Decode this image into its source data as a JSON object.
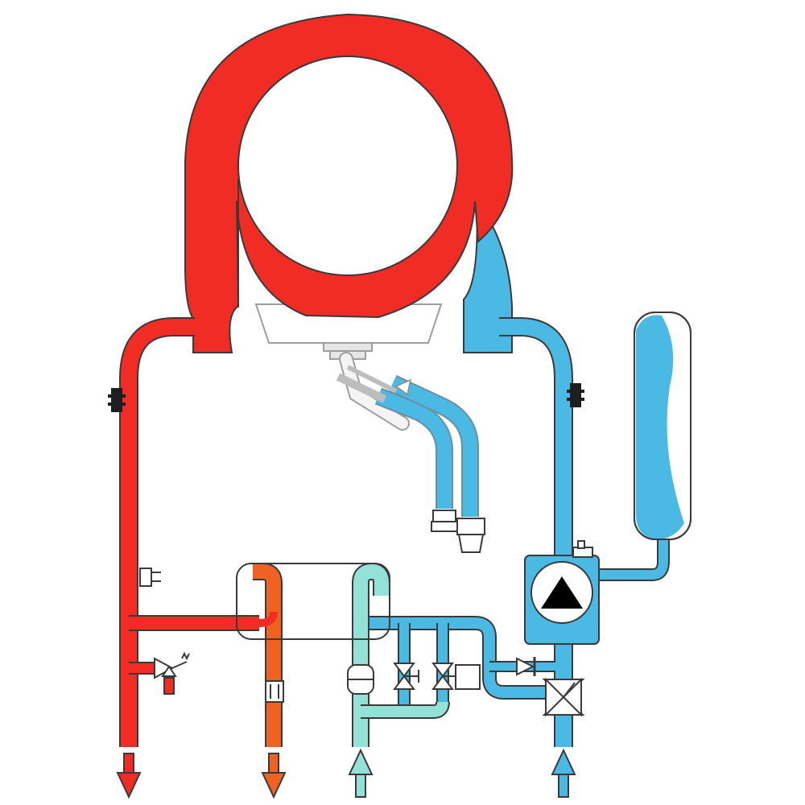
{
  "diagram": {
    "kind": "boiler-hydraulic-schematic",
    "labels": [],
    "colors": {
      "heating_flow": "#f02c24",
      "heating_return": "#4ab9e4",
      "dhw_hot": "#f06222",
      "cold_water": "#92e2d8",
      "outline": "#3a3a3a",
      "grey": "#bdbdbd",
      "pump_symbol": "#000000",
      "background": "#ffffff"
    },
    "components": {
      "heat_exchanger": "primary-heat-exchanger",
      "burner": "burner",
      "gas_pipes": "gas-supply-pipes",
      "expansion_vessel": "expansion-vessel",
      "pump": "circulation-pump",
      "plate_exchanger": "plate-heat-exchanger",
      "three_way_valve": "three-way-diverter-valve",
      "safety_valve": "pressure-relief-valve",
      "flow_switch": "flow-switch",
      "filling_valves": "filling-valves",
      "check_valve": "non-return-valve",
      "temperature_sensors": "temperature-sensors",
      "pressure_sensor": "pressure-sensor",
      "ports": [
        "heating-flow-outlet",
        "dhw-outlet",
        "cold-water-inlet",
        "heating-return-inlet"
      ]
    }
  }
}
